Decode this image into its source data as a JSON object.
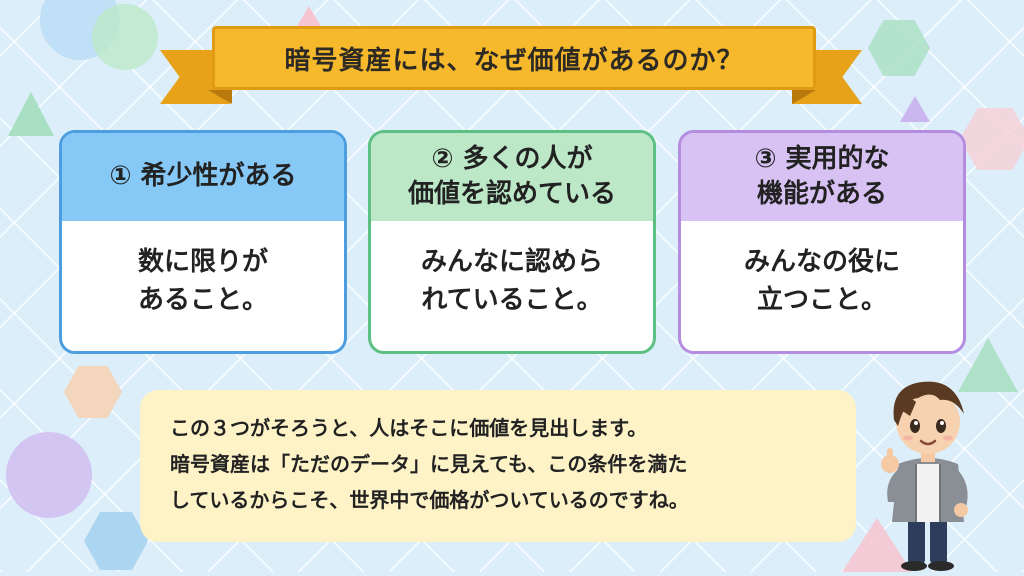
{
  "title": "暗号資産には、なぜ価値があるのか？",
  "cards": [
    {
      "heading": "① 希少性がある",
      "body": "数に限りが\nあること。"
    },
    {
      "heading": "② 多くの人が\n価値を認めている",
      "body": "みんなに認めら\nれていること。"
    },
    {
      "heading": "③ 実用的な\n機能がある",
      "body": "みんなの役に\n立つこと。"
    }
  ],
  "note": {
    "lines": [
      "この３つがそろうと、人はそこに価値を見出します。",
      "暗号資産は「ただのデータ」に見えても、この条件を満た",
      "しているからこそ、世界中で価格がついているのですね。"
    ]
  },
  "colors": {
    "background": "#dbeefa",
    "banner": "#f6b92b",
    "card_blue": "#86c9f7",
    "card_green": "#bde8c8",
    "card_purple": "#d7c2f3",
    "note_background": "#fdf3c7"
  },
  "character": {
    "icon": "boy-thumbs-up-icon"
  }
}
